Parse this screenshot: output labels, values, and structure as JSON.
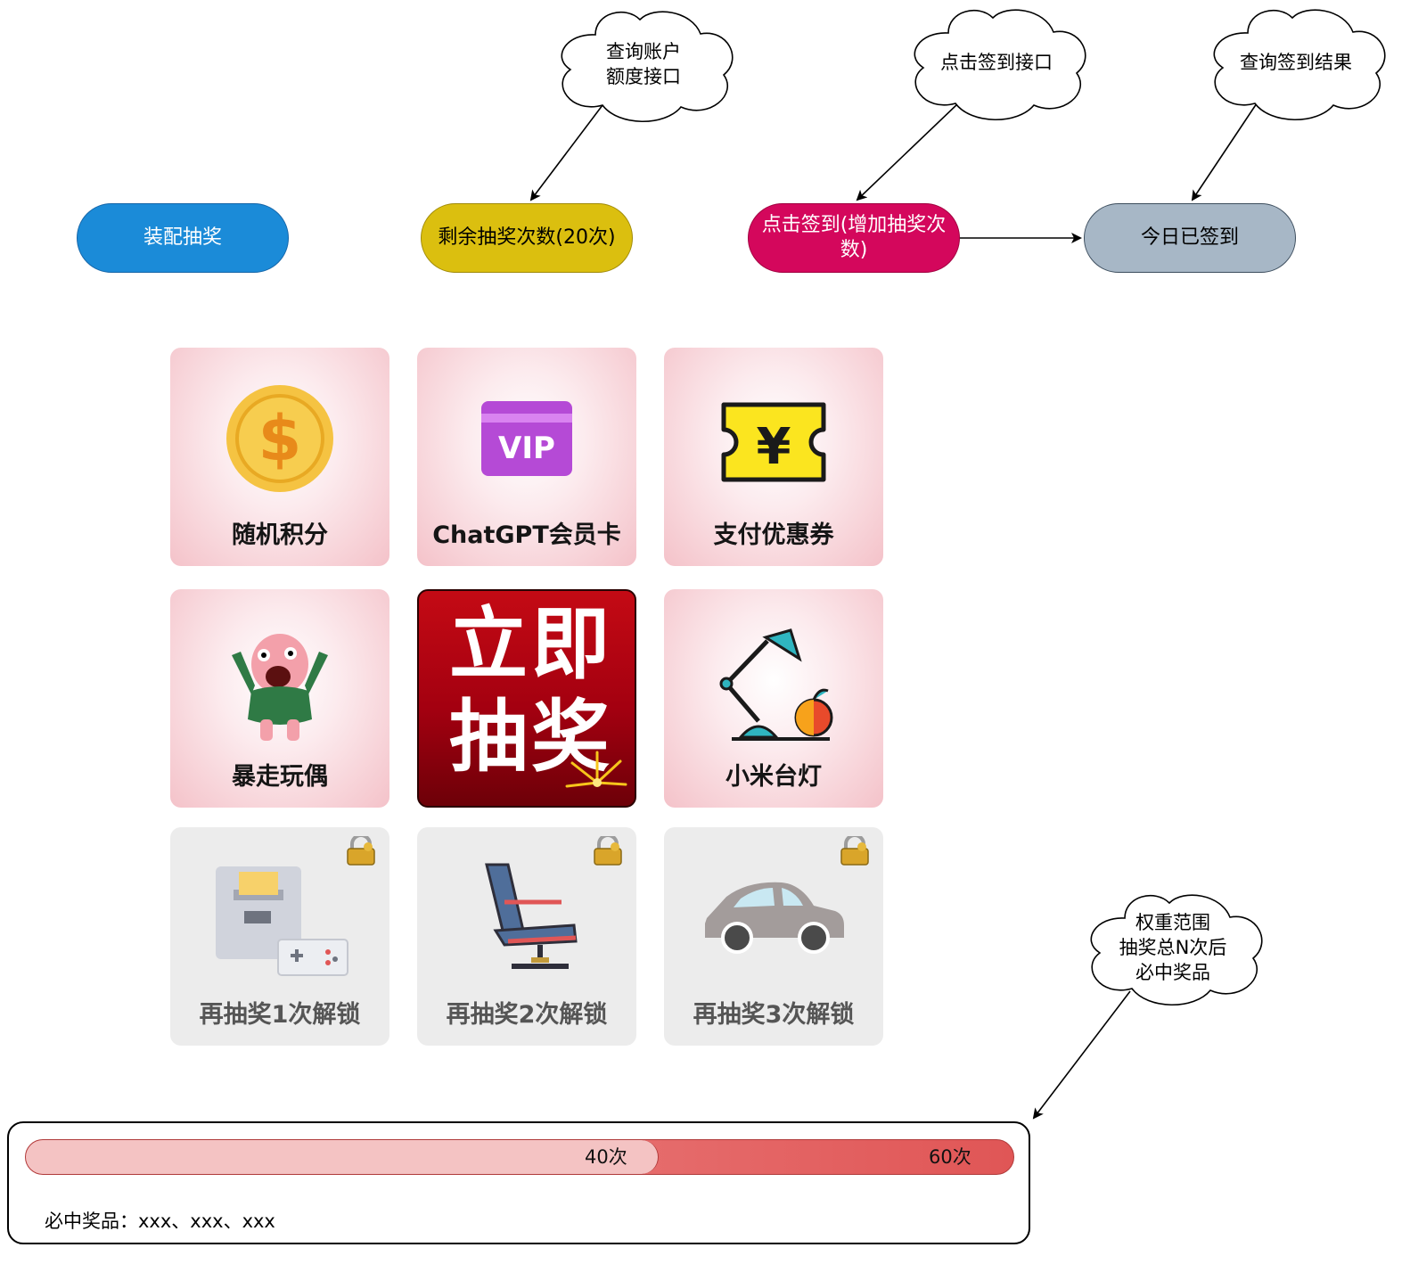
{
  "clouds": {
    "account": "查询账户\n额度接口",
    "signin": "点击签到接口",
    "result": "查询签到结果",
    "weight": "权重范围\n抽奖总N次后\n必中奖品"
  },
  "pills": {
    "assemble": "装配抽奖",
    "remaining": "剩余抽奖次数(20次)",
    "signin": "点击签到(增加抽奖次数)",
    "signed": "今日已签到"
  },
  "prizes": [
    {
      "label": "随机积分",
      "icon": "coin-icon"
    },
    {
      "label": "ChatGPT会员卡",
      "icon": "vip-card-icon"
    },
    {
      "label": "支付优惠券",
      "icon": "coupon-icon"
    },
    {
      "label": "暴走玩偶",
      "icon": "doll-icon"
    },
    {
      "label": "小米台灯",
      "icon": "desk-lamp-icon"
    }
  ],
  "draw_button": {
    "line1": "立即",
    "line2": "抽奖"
  },
  "locked_prizes": [
    {
      "label": "再抽奖1次解锁",
      "icon": "game-console-icon"
    },
    {
      "label": "再抽奖2次解锁",
      "icon": "office-chair-icon"
    },
    {
      "label": "再抽奖3次解锁",
      "icon": "car-icon"
    }
  ],
  "progress": {
    "current_label": "40次",
    "total_label": "60次",
    "current": 40,
    "total": 60,
    "note": "必中奖品：xxx、xxx、xxx"
  },
  "colors": {
    "assemble": "#1b8bd8",
    "remaining": "#dbbf0f",
    "signin": "#d4075c",
    "signed": "#a7b7c6",
    "bar_fill": "#f4c3c3",
    "bar_rest": "#e05656"
  }
}
